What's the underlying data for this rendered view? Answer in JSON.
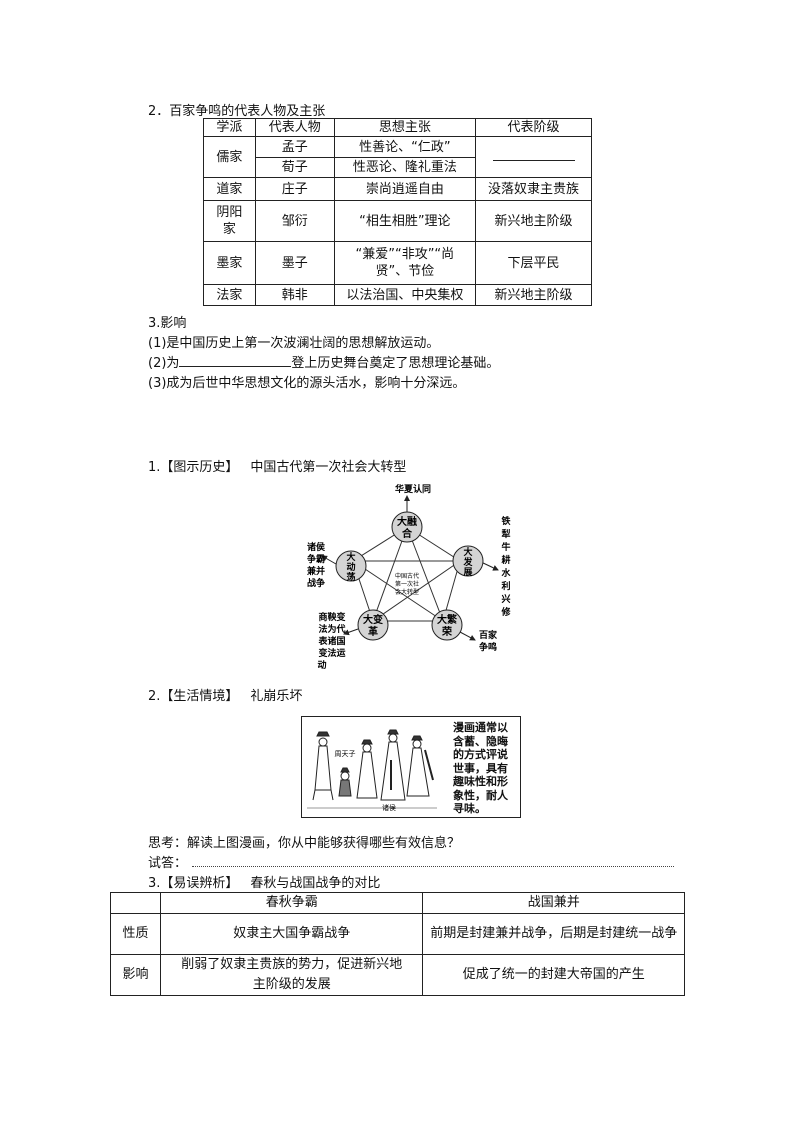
{
  "section1": {
    "heading": "2．百家争鸣的代表人物及主张",
    "headers": [
      "学派",
      "代表人物",
      "思想主张",
      "代表阶级"
    ],
    "rows": [
      {
        "school": "儒家",
        "people": [
          "孟子",
          "荀子"
        ],
        "ideas": [
          "性善论、“仁政”",
          "性恶论、隆礼重法"
        ],
        "class": ""
      },
      {
        "school": "道家",
        "people": [
          "庄子"
        ],
        "ideas": [
          "崇尚逍遥自由"
        ],
        "class": "没落奴隶主贵族"
      },
      {
        "school": "阴阳家",
        "people": [
          "邹衍"
        ],
        "ideas": [
          "“相生相胜”理论"
        ],
        "class": "新兴地主阶级"
      },
      {
        "school": "墨家",
        "people": [
          "墨子"
        ],
        "ideas": [
          "“兼爱”“非攻”“尚贤”、节俭"
        ],
        "class": "下层平民"
      },
      {
        "school": "法家",
        "people": [
          "韩非"
        ],
        "ideas": [
          "以法治国、中央集权"
        ],
        "class": "新兴地主阶级"
      }
    ],
    "school_yinyang_line1": "阴阳",
    "school_yinyang_line2": "家",
    "mohist_idea_line1": "“兼爱”“非攻”“尚",
    "mohist_idea_line2": "贤”、节俭"
  },
  "section2": {
    "heading": "3.影响",
    "item1": "(1)是中国历史上第一次波澜壮阔的思想解放运动。",
    "item2_prefix": "(2)为",
    "item2_suffix": "登上历史舞台奠定了思想理论基础。",
    "item3": "(3)成为后世中华思想文化的源头活水，影响十分深远。"
  },
  "diagram": {
    "heading_num": "1.",
    "heading_tag": "【图示历史】",
    "heading_title": "中国古代第一次社会大转型",
    "center": [
      "中国古代",
      "第一次社",
      "会大转型"
    ],
    "top_circle": [
      "大融",
      "合"
    ],
    "top_outer": "华夏认同",
    "right_circle": [
      "大",
      "发",
      "展"
    ],
    "right_outer": [
      "铁",
      "犁",
      "牛",
      "耕",
      "水",
      "利",
      "兴",
      "修"
    ],
    "bottom_right_circle": [
      "大繁",
      "荣"
    ],
    "bottom_right_outer": [
      "百家",
      "争鸣"
    ],
    "bottom_left_circle": [
      "大变",
      "革"
    ],
    "bottom_left_outer": [
      "商鞅变",
      "法为代",
      "表诸国",
      "变法运",
      "动"
    ],
    "left_circle": [
      "大",
      "动",
      "荡"
    ],
    "left_outer": [
      "诸侯",
      "争霸",
      "兼并",
      "战争"
    ]
  },
  "cartoon_section": {
    "heading_num": "2.",
    "heading_tag": "【生活情境】",
    "heading_title": "礼崩乐坏",
    "label_king": "周天子",
    "label_lords": "诸侯",
    "side_text": [
      "漫画通常以",
      "含蓄、隐晦",
      "的方式评说",
      "世事，具有",
      "趣味性和形",
      "象性，耐人",
      "寻味。"
    ],
    "question": "思考：解读上图漫画，你从中能够获得哪些有效信息？",
    "answer_label": "试答："
  },
  "compare": {
    "heading_num": "3.",
    "heading_tag": "【易误辨析】",
    "heading_title": "春秋与战国战争的对比",
    "col_headers": [
      "",
      "春秋争霸",
      "战国兼并"
    ],
    "rows": [
      {
        "label": "性质",
        "spring": "奴隶主大国争霸战争",
        "warring": "前期是封建兼并战争，后期是封建统一战争"
      },
      {
        "label": "影响",
        "spring": "削弱了奴隶主贵族的势力，促进新兴地主阶级的发展",
        "warring": "促成了统一的封建大帝国的产生"
      }
    ]
  }
}
